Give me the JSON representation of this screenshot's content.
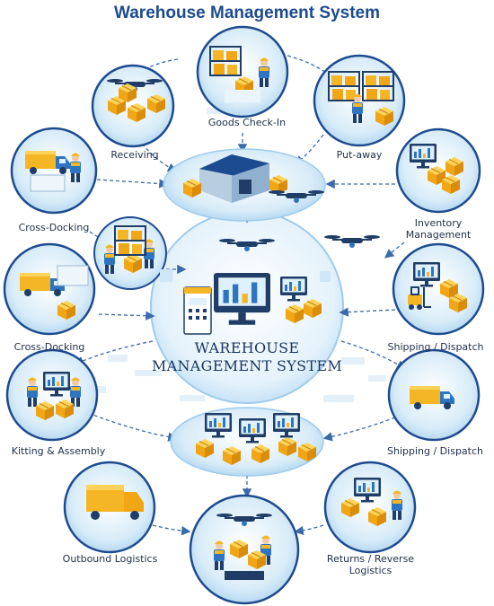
{
  "title": "Warehouse Management System",
  "center": {
    "title_line1": "WAREHOUSE",
    "title_line2": "MANAGEMENT SYSTEM"
  },
  "nodes": {
    "goods_check_in": "Goods Check-In",
    "receiving": "Receiving",
    "put_away": "Put-away",
    "cross_docking_top": "Cross-Docking",
    "inventory_management_line1": "Inventory",
    "inventory_management_line2": "Management",
    "cross_docking_mid": "Cross-Docking",
    "shipping_dispatch_right": "Shipping / Dispatch",
    "kitting_assembly": "Kitting & Assembly",
    "shipping_dispatch_lower": "Shipping / Dispatch",
    "outbound_logistics": "Outbound Logistics",
    "returns_line1": "Returns / Reverse",
    "returns_line2": "Logistics"
  },
  "colors": {
    "navy": "#1d4b8f",
    "blue": "#2f74c0",
    "light_blue": "#cfe6f6",
    "box": "#f5b625",
    "arrow": "#3a6aa8"
  },
  "icons": [
    "warehouse-building-icon",
    "drone-icon",
    "forklift-icon",
    "truck-icon",
    "computer-monitor-icon",
    "worker-icon",
    "box-icon"
  ]
}
